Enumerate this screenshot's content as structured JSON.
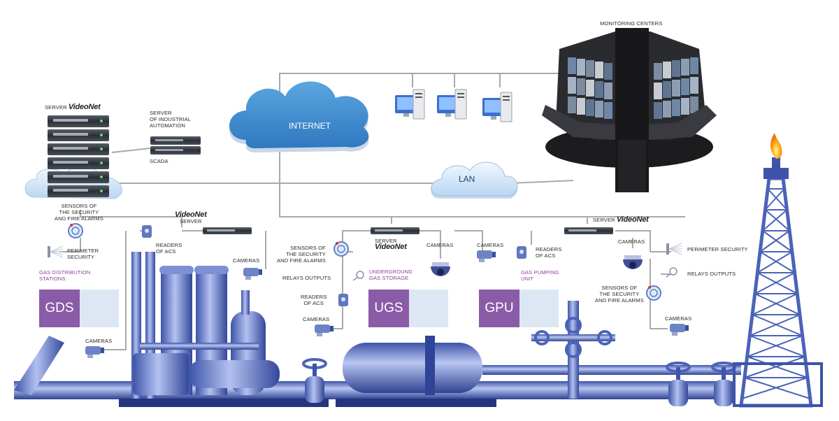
{
  "monitoring": {
    "title": "MONITORING CENTERS"
  },
  "network": {
    "internet": "INTERNET",
    "lan": "LAN"
  },
  "server_room": {
    "server_prefix": "SERVER",
    "brand": "VideoNet",
    "industrial_server": "SERVER\nOF INDUSTRIAL\nAUTOMATION",
    "scada": "SCADA"
  },
  "gds": {
    "sensors": "SENSORS OF\nTHE SECURITY\nAND FIRE ALARMS",
    "perimeter": "PERIMETER\nSECURITY",
    "title": "GAS DISTRIBUTION\nSTATIONS",
    "tile": "GDS",
    "readers": "READERS\nOF ACS",
    "server_brand": "VideoNet",
    "server_label": "SERVER",
    "cameras_top": "CAMERAS",
    "cameras_bottom": "CAMERAS"
  },
  "ugs": {
    "sensors": "SENSORS OF\nTHE SECURITY\nAND FIRE ALARMS",
    "relays": "RELAYS OUTPUTS",
    "readers": "READERS\nOF ACS",
    "cameras_left": "CAMERAS",
    "server_prefix": "SERVER",
    "server_brand": "VideoNet",
    "cameras_dome": "CAMERAS",
    "title": "UNDERGROUND\nGAS STORAGE",
    "tile": "UGS"
  },
  "gpu": {
    "cameras": "CAMERAS",
    "readers": "READERS\nOF ACS",
    "title": "GAS PUMPING\nUNIT",
    "tile": "GPU"
  },
  "right_site": {
    "server_prefix": "SERVER",
    "brand": "VideoNet",
    "cameras_dome": "CAMERAS",
    "perimeter": "PERIMETER SECURITY",
    "relays": "RELAYS OUTPUTS",
    "sensors": "SENSORS OF\nTHE SECURITY\nAND FIRE ALARMS",
    "cameras_bottom": "CAMERAS"
  },
  "colors": {
    "pipe": "#4b63b7",
    "pipe_light": "#a9b8ea",
    "cloud": "#3f8fd1",
    "tile": "#8a5ba6",
    "accent": "#8e3f9a"
  }
}
